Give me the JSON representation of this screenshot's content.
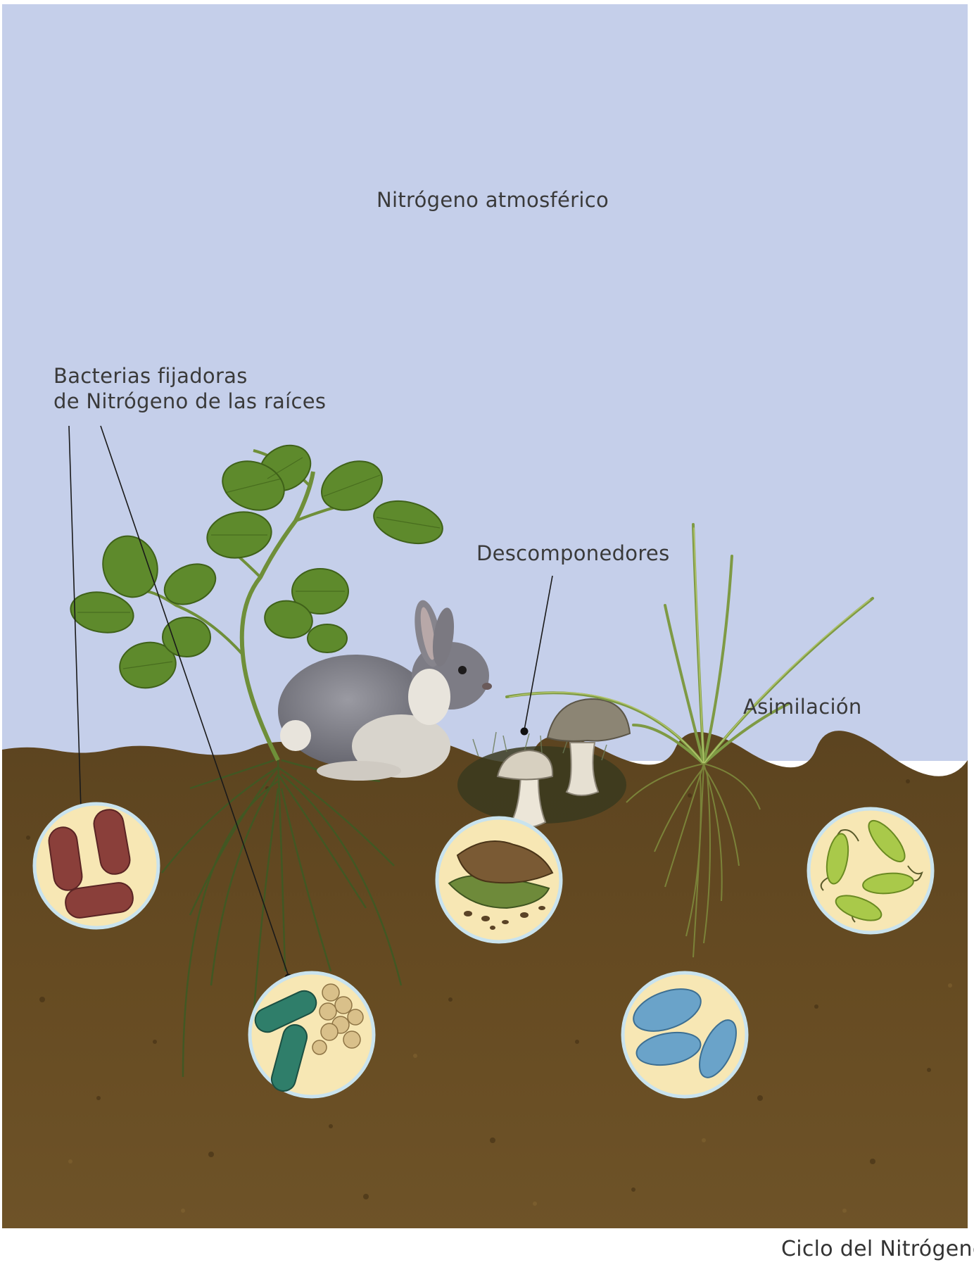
{
  "labels": {
    "atmospheric": "Nitrógeno atmosférico",
    "fixing_bacteria_line1": "Bacterias fijadoras",
    "fixing_bacteria_line2": "de Nitrógeno de las raíces",
    "decomposers": "Descomponedores",
    "assimilation": "Asimilación"
  },
  "caption": "Ciclo del Nitrógeno",
  "colors": {
    "sky": "#c5cfea",
    "soil": "#634a22",
    "leaf": "#5e8a2c",
    "circle_fill": "#f7e7b4",
    "circle_border": "#c9e3ee"
  }
}
